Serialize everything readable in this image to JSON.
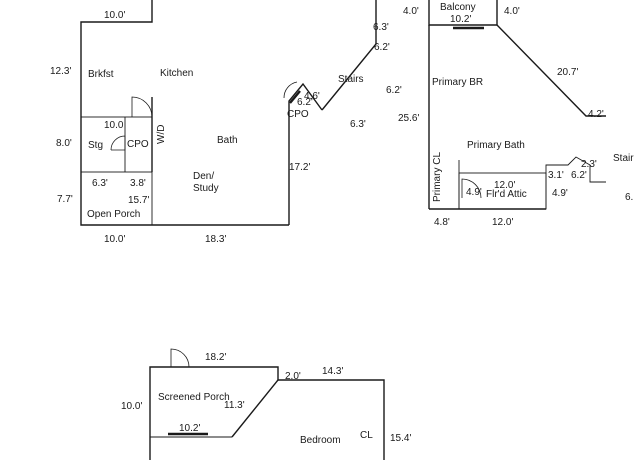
{
  "plan_top_left": {
    "dims": {
      "top_10": "10.0'",
      "left_123": "12.3'",
      "left_80": "8.0'",
      "left_77": "7.7'",
      "stg_100": "10.0",
      "porch_63": "6.3'",
      "porch_38": "3.8'",
      "porch_157": "15.7'",
      "bottom_100": "10.0'",
      "bottom_183": "18.3'",
      "right_172": "17.2'",
      "cpo_62": "6.2'",
      "cpo_46": "4.6'",
      "stair_63a": "6.3'",
      "stair_62a": "6.2'",
      "stair_62b": "6.2'",
      "stair_63b": "6.3'"
    },
    "rooms": {
      "brkfst": "Brkfst",
      "kitchen": "Kitchen",
      "stg": "Stg",
      "cpo_left": "CPO",
      "wd": "W/D",
      "bath": "Bath",
      "den": "Den/",
      "study": "Study",
      "open_porch": "Open Porch",
      "cpo_right": "CPO",
      "stairs": "Stairs"
    }
  },
  "plan_top_right": {
    "dims": {
      "balcony_40a": "4.0'",
      "balcony_102": "10.2'",
      "balcony_40b": "4.0'",
      "diag_207": "20.7'",
      "left_256": "25.6'",
      "right_42": "4.2'",
      "attic_120": "12.0'",
      "attic_49a": "4.9'",
      "attic_31": "3.1'",
      "attic_62": "6.2'",
      "attic_23": "2.3'",
      "attic_49b": "4.9'",
      "bottom_48": "4.8'",
      "bottom_120": "12.0'",
      "edge_6": "6."
    },
    "rooms": {
      "balcony": "Balcony",
      "primary_br": "Primary BR",
      "primary_bath": "Primary Bath",
      "primary_cl": "Primary CL",
      "flrd_attic": "Flr'd Attic",
      "stair_cut": "Stair"
    }
  },
  "plan_bottom": {
    "dims": {
      "top_182": "18.2'",
      "left_100": "10.0'",
      "diag_113": "11.3'",
      "porch_102": "10.2'",
      "notch_20": "2.0'",
      "top_143": "14.3'",
      "right_154": "15.4'"
    },
    "rooms": {
      "screened_porch": "Screened Porch",
      "bedroom": "Bedroom",
      "cl": "CL"
    }
  }
}
